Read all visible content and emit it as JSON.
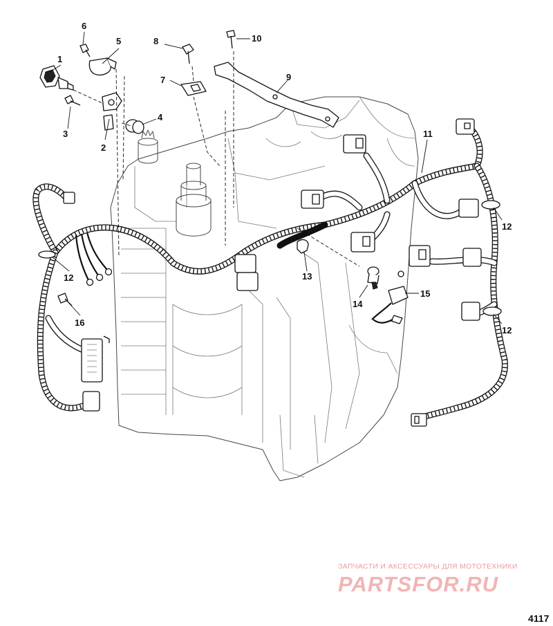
{
  "callouts": [
    "1",
    "2",
    "3",
    "4",
    "5",
    "6",
    "7",
    "8",
    "9",
    "10",
    "11",
    "12",
    "12",
    "12",
    "13",
    "14",
    "15",
    "16"
  ],
  "figure_number": "4117",
  "watermark": {
    "tagline": "ЗАПЧАСТИ И АКСЕССУАРЫ ДЛЯ МОТОТЕХНИКИ",
    "logo": "PARTSFOR.RU",
    "color": "#f1b5b5"
  }
}
